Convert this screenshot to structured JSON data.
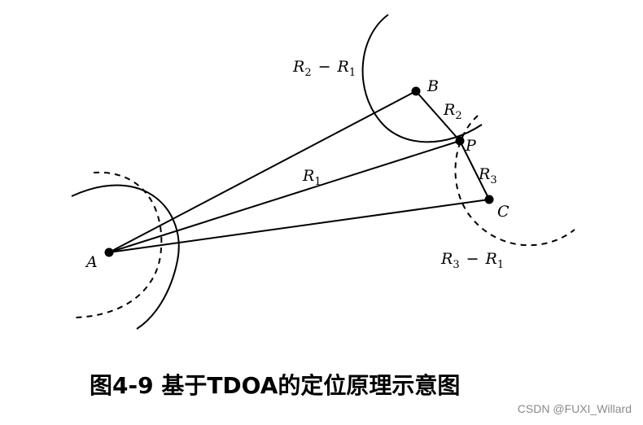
{
  "diagram": {
    "points": {
      "A": "A",
      "B": "B",
      "C": "C",
      "P": "P"
    },
    "labels": {
      "r1": {
        "base": "R",
        "sub": "1"
      },
      "r2": {
        "base": "R",
        "sub": "2"
      },
      "r3": {
        "base": "R",
        "sub": "3"
      },
      "r2_minus_r1": {
        "base1": "R",
        "sub1": "2",
        "op": "−",
        "base2": "R",
        "sub2": "1"
      },
      "r3_minus_r1": {
        "base1": "R",
        "sub1": "3",
        "op": "−",
        "base2": "R",
        "sub2": "1"
      }
    }
  },
  "caption": "图4-9 基于TDOA的定位原理示意图",
  "watermark": "CSDN @FUXI_Willard"
}
